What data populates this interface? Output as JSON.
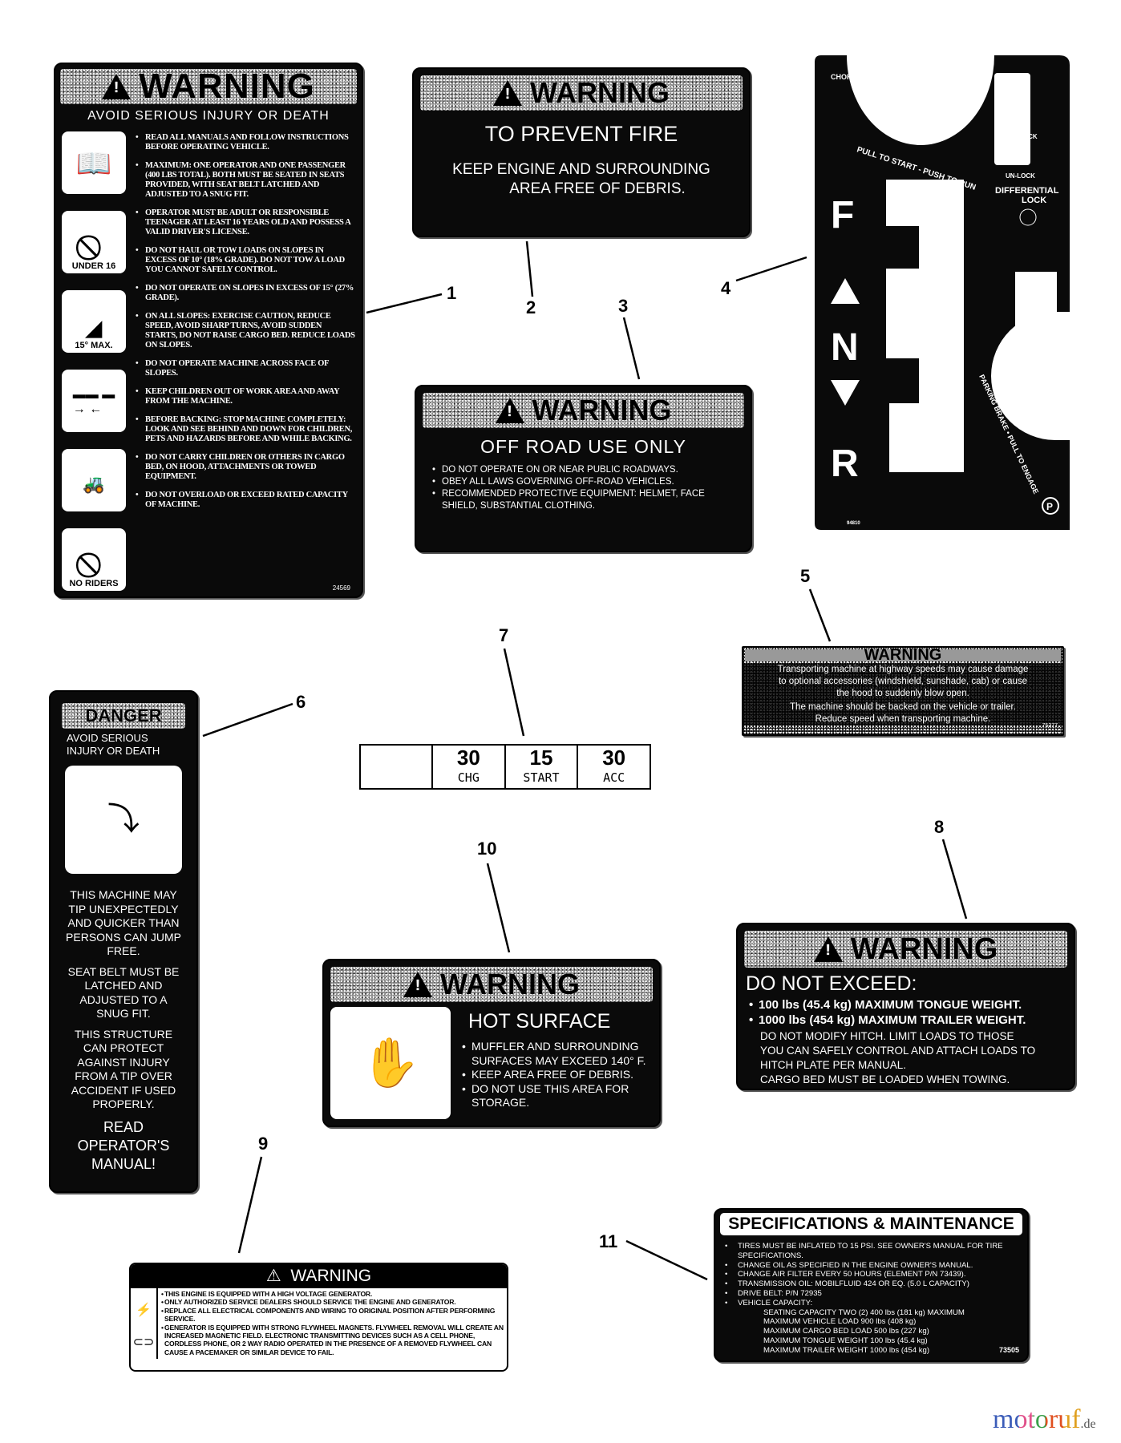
{
  "callouts": [
    "1",
    "2",
    "3",
    "4",
    "5",
    "6",
    "7",
    "8",
    "9",
    "10",
    "11"
  ],
  "label1": {
    "title": "WARNING",
    "subtitle": "AVOID SERIOUS INJURY OR DEATH",
    "icons": [
      "",
      "UNDER 16",
      "15° MAX.",
      "",
      "",
      "NO RIDERS"
    ],
    "items": [
      "READ ALL MANUALS AND FOLLOW INSTRUCTIONS BEFORE OPERATING VEHICLE.",
      "MAXIMUM: ONE OPERATOR AND ONE PASSENGER (400 LBS TOTAL). BOTH MUST BE SEATED IN SEATS PROVIDED, WITH SEAT BELT LATCHED AND ADJUSTED TO A SNUG FIT.",
      "OPERATOR MUST BE ADULT OR RESPONSIBLE TEENAGER AT LEAST 16 YEARS OLD AND POSSESS A VALID DRIVER'S LICENSE.",
      "DO NOT HAUL OR TOW LOADS ON SLOPES IN EXCESS OF 10° (18% GRADE). DO NOT TOW A LOAD YOU CANNOT SAFELY CONTROL.",
      "DO NOT OPERATE ON SLOPES IN EXCESS OF 15° (27% GRADE).",
      "ON ALL SLOPES: EXERCISE CAUTION, REDUCE SPEED, AVOID SHARP TURNS, AVOID SUDDEN STARTS, DO NOT RAISE CARGO BED. REDUCE LOADS ON SLOPES.",
      "DO NOT OPERATE MACHINE ACROSS FACE OF SLOPES.",
      "KEEP CHILDREN OUT OF WORK AREA AND AWAY FROM THE MACHINE.",
      "BEFORE BACKING: STOP MACHINE COMPLETELY: LOOK AND SEE BEHIND AND DOWN FOR CHILDREN, PETS AND HAZARDS BEFORE AND WHILE BACKING.",
      "DO NOT CARRY CHILDREN OR OTHERS IN CARGO BED, ON HOOD, ATTACHMENTS OR TOWED EQUIPMENT.",
      "DO NOT OVERLOAD OR EXCEED RATED CAPACITY OF MACHINE."
    ],
    "part": "24569"
  },
  "label2": {
    "title": "WARNING",
    "heading": "TO PREVENT FIRE",
    "line1": "KEEP ENGINE AND SURROUNDING",
    "line2": "AREA FREE OF DEBRIS."
  },
  "label3": {
    "title": "WARNING",
    "heading": "OFF ROAD USE ONLY",
    "items": [
      "DO NOT OPERATE ON OR NEAR PUBLIC ROADWAYS.",
      "OBEY ALL LAWS GOVERNING OFF-ROAD VEHICLES.",
      "RECOMMENDED PROTECTIVE EQUIPMENT: HELMET, FACE SHIELD, SUBSTANTIAL CLOTHING."
    ]
  },
  "label4": {
    "choke": "CHOKE",
    "pull_start": "PULL TO START - PUSH TO RUN",
    "lock": "LOCK",
    "unlock": "UN-LOCK",
    "diff1": "DIFFERENTIAL",
    "diff2": "LOCK",
    "f": "F",
    "n": "N",
    "r": "R",
    "parking": "PARKING BRAKE • PULL TO ENGAGE",
    "p": "P",
    "part": "94810"
  },
  "label5": {
    "title": "WARNING",
    "l1": "Transporting machine at highway speeds may cause damage",
    "l2": "to optional accessories (windshield, sunshade, cab) or cause",
    "l3": "the hood to suddenly blow open.",
    "l4": "The machine should be backed on the vehicle or trailer.",
    "l5": "Reduce speed when transporting machine.",
    "part": "75377"
  },
  "label6": {
    "title": "DANGER",
    "sub": "AVOID SERIOUS INJURY OR DEATH",
    "p1": "THIS MACHINE MAY TIP UNEXPECTEDLY AND QUICKER THAN PERSONS CAN JUMP FREE.",
    "p2": "SEAT BELT MUST BE LATCHED AND ADJUSTED TO A SNUG FIT.",
    "p3": "THIS STRUCTURE CAN PROTECT AGAINST INJURY FROM A TIP OVER ACCIDENT IF USED PROPERLY.",
    "p4": "READ OPERATOR'S MANUAL!"
  },
  "label7": {
    "cells": [
      {
        "num": "30",
        "lbl": "CHG"
      },
      {
        "num": "15",
        "lbl": "START"
      },
      {
        "num": "30",
        "lbl": "ACC"
      }
    ]
  },
  "label8": {
    "title": "WARNING",
    "heading": "DO NOT EXCEED:",
    "items": [
      "100 lbs (45.4 kg) MAXIMUM TONGUE WEIGHT.",
      "1000 lbs (454 kg) MAXIMUM TRAILER WEIGHT."
    ],
    "l1": "DO NOT MODIFY HITCH. LIMIT LOADS TO THOSE",
    "l2": "YOU CAN SAFELY CONTROL AND ATTACH LOADS TO",
    "l3": "HITCH PLATE PER MANUAL.",
    "l4": "CARGO BED MUST BE LOADED WHEN TOWING."
  },
  "label9": {
    "title": "WARNING",
    "items": [
      "THIS ENGINE IS EQUIPPED WITH A HIGH VOLTAGE GENERATOR.",
      "ONLY AUTHORIZED SERVICE DEALERS SHOULD SERVICE THE ENGINE AND GENERATOR.",
      "REPLACE ALL ELECTRICAL COMPONENTS AND WIRING TO ORIGINAL POSITION AFTER PERFORMING SERVICE.",
      "GENERATOR IS EQUIPPED WITH STRONG FLYWHEEL MAGNETS. FLYWHEEL REMOVAL WILL CREATE AN INCREASED MAGNETIC FIELD. ELECTRONIC TRANSMITTING DEVICES SUCH AS A CELL PHONE, CORDLESS PHONE, OR 2 WAY RADIO OPERATED IN THE PRESENCE OF A REMOVED FLYWHEEL CAN CAUSE A PACEMAKER OR SIMILAR DEVICE TO FAIL."
    ]
  },
  "label10": {
    "title": "WARNING",
    "heading": "HOT SURFACE",
    "items": [
      "MUFFLER AND SURROUNDING SURFACES MAY EXCEED 140° F.",
      "KEEP AREA FREE OF DEBRIS.",
      "DO NOT USE THIS AREA FOR STORAGE."
    ]
  },
  "label11": {
    "title": "SPECIFICATIONS & MAINTENANCE",
    "items": [
      "TIRES MUST BE INFLATED TO 15 PSI. SEE OWNER'S MANUAL FOR TIRE SPECIFICATIONS.",
      "CHANGE OIL AS SPECIFIED IN THE ENGINE OWNER'S MANUAL.",
      "CHANGE AIR FILTER EVERY 50 HOURS (ELEMENT P/N 73439).",
      "TRANSMISSION OIL: MOBILFLUID 424 OR EQ. (5.0 L CAPACITY)",
      "DRIVE BELT: P/N 72935",
      "VEHICLE CAPACITY:"
    ],
    "cap": [
      "SEATING CAPACITY TWO (2) 400 lbs (181 kg) MAXIMUM",
      "MAXIMUM VEHICLE LOAD 900 lbs (408 kg)",
      "MAXIMUM CARGO BED LOAD 500 lbs (227 kg)",
      "MAXIMUM TONGUE WEIGHT 100 lbs (45.4 kg)",
      "MAXIMUM TRAILER WEIGHT 1000 lbs (454 kg)"
    ],
    "part": "73505"
  },
  "watermark": {
    "name": "motoruf",
    "tld": ".de"
  }
}
